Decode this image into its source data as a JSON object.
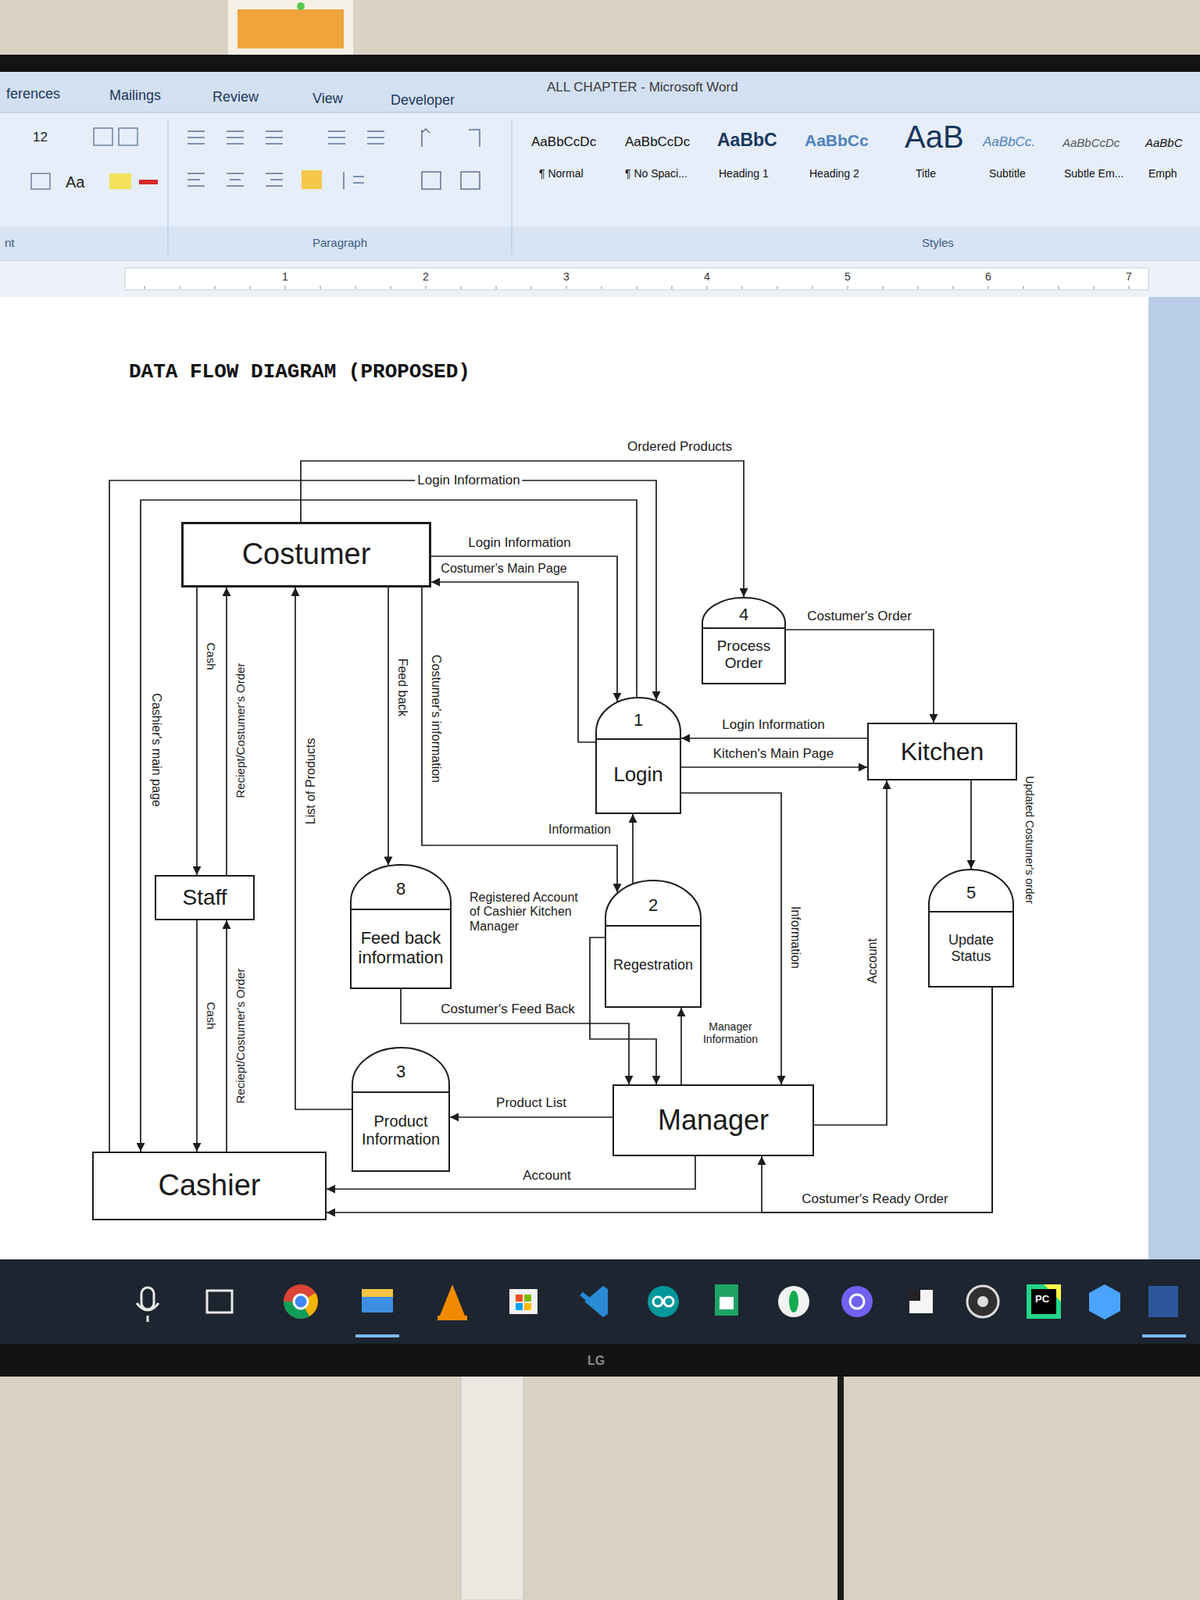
{
  "diagram": {
    "title": "DATA FLOW DIAGRAM (PROPOSED)",
    "nodes": [
      {
        "text": [
          "Costumer"
        ]
      },
      {
        "text": [
          "4",
          "Process Order"
        ]
      },
      {
        "text": [
          "1",
          "Login"
        ]
      },
      {
        "text": [
          "Kitchen"
        ]
      },
      {
        "text": [
          "Staff"
        ]
      },
      {
        "text": [
          "8",
          "Feed back information"
        ]
      },
      {
        "text": [
          "2",
          "Regestration"
        ]
      },
      {
        "text": [
          "5",
          "Update Status"
        ]
      },
      {
        "text": [
          "3",
          "Product Information"
        ]
      },
      {
        "text": [
          "Manager"
        ]
      },
      {
        "text": [
          "Cashier"
        ]
      }
    ],
    "edges": [
      {
        "from": 0,
        "to": 1,
        "arrow": "to",
        "label": "Ordered Products"
      },
      {
        "from": 10,
        "to": 2,
        "arrow": "to",
        "label": "Login Information"
      },
      {
        "from": 2,
        "to": 10,
        "arrow": "to",
        "label": "Cashier's main page"
      },
      {
        "from": 0,
        "to": 2,
        "arrow": "to",
        "label": "Login Information"
      },
      {
        "from": 2,
        "to": 0,
        "arrow": "to",
        "label": "Costumer's Main Page"
      },
      {
        "from": 1,
        "to": 3,
        "arrow": "to",
        "label": "Costumer's Order"
      },
      {
        "from": 3,
        "to": 2,
        "arrow": "to",
        "label": "Login Information"
      },
      {
        "from": 2,
        "to": 3,
        "arrow": "to",
        "label": "Kitchen's Main Page"
      },
      {
        "from": 0,
        "to": 4,
        "arrow": "to",
        "label": "Cash"
      },
      {
        "from": 4,
        "to": 0,
        "arrow": "to",
        "label": "Reciept/Costumer's Order"
      },
      {
        "from": 0,
        "to": 5,
        "arrow": "to",
        "label": "Feed back"
      },
      {
        "from": 0,
        "to": 6,
        "arrow": "to",
        "label": "Costumer's information"
      },
      {
        "from": 6,
        "to": 2,
        "arrow": "to",
        "label": "Information"
      },
      {
        "from": 2,
        "to": 9,
        "arrow": "to",
        "label": "Information"
      },
      {
        "from": 3,
        "to": 7,
        "arrow": "to",
        "label": "Updated Costumer's order"
      },
      {
        "from": 4,
        "to": 10,
        "arrow": "to",
        "label": "Cash"
      },
      {
        "from": 10,
        "to": 4,
        "arrow": "to",
        "label": "Reciept/Costumer's Order"
      },
      {
        "from": 5,
        "to": 9,
        "arrow": "to",
        "label": "Costumer's Feed Back"
      },
      {
        "from": 6,
        "to": 9,
        "arrow": "to",
        "label": "Registered Account of Cashier Kitchen Manager"
      },
      {
        "from": 9,
        "to": 6,
        "arrow": "to",
        "label": "Manager Information"
      },
      {
        "from": 9,
        "to": 8,
        "arrow": "to",
        "label": "Product List"
      },
      {
        "from": 8,
        "to": 0,
        "arrow": "to",
        "label": "List of Products"
      },
      {
        "from": 9,
        "to": 3,
        "arrow": "to",
        "label": "Account"
      },
      {
        "from": 9,
        "to": 10,
        "arrow": "to",
        "label": "Account"
      },
      {
        "from": 7,
        "to": 10,
        "arrow": "to",
        "label": "Costumer's Ready Order"
      },
      {
        "from": 7,
        "to": 9,
        "arrow": "to"
      }
    ],
    "labels": [
      "ferences",
      "Mailings",
      "Review",
      "View",
      "Developer",
      "ALL CHAPTER - Microsoft Word",
      "12",
      "Aa",
      "nt",
      "Paragraph",
      "AaBbCcDc",
      "¶ Normal",
      "AaBbCcDc",
      "¶ No Spaci...",
      "AaBbC",
      "Heading 1",
      "AaBbCc",
      "Heading 2",
      "AaB",
      "Title",
      "AaBbCc.",
      "Subtitle",
      "AaBbCcDc",
      "Subtle Em...",
      "AaBbC",
      "Emph",
      "Styles",
      "1",
      "2",
      "3",
      "4",
      "5",
      "6",
      "7",
      "PC",
      "LG"
    ]
  }
}
